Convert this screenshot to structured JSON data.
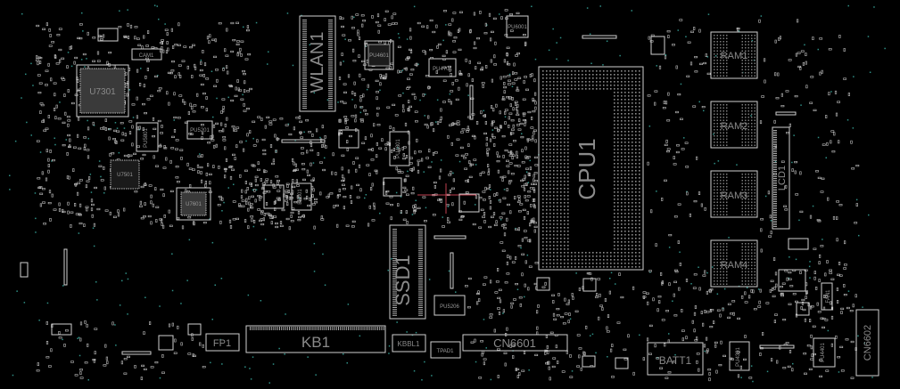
{
  "board": {
    "background": "#000000",
    "outline_color": "#d8d8d8",
    "pad_color": "#bfbfbf",
    "via_color": "#2f8f86",
    "trace_color": "#c04050"
  },
  "labels": {
    "cpu": "CPU1",
    "ssd": "SSD1",
    "wlan": "WLAN1",
    "kb": "KB1",
    "cn6601": "CN6601",
    "cn6602": "CN6602",
    "batt": "BATT1",
    "fp": "FP1",
    "kbbl": "KBBL1",
    "tpad": "TPAD1",
    "lcd": "LCD1",
    "cam": "CAM1",
    "ram1": "RAM1",
    "ram2": "RAM2",
    "ram3": "RAM3",
    "ram4": "RAM4",
    "u7301": "U7301",
    "u7501": "U7501",
    "u7601": "U7601",
    "pu4601": "PU4601",
    "pu4701": "PU4701",
    "pu4801": "PU4801",
    "pu5201": "PU5201",
    "pu5206": "PU5206",
    "pu5801": "PU5801",
    "pu6001": "PU6001",
    "pu4301": "PU4301",
    "pu4401": "PU4401",
    "b8601": "B8601",
    "fan1": "FAN1"
  }
}
